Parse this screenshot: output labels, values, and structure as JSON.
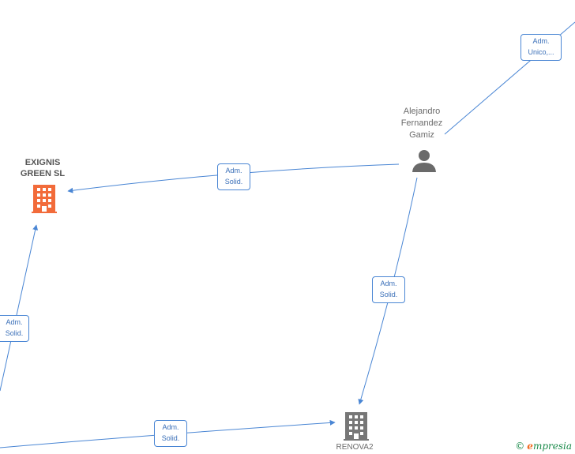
{
  "nodes": {
    "exignis": {
      "name_line1": "EXIGNIS",
      "name_line2": "GREEN  SL",
      "color": "#f26b3a"
    },
    "alejandro": {
      "line1": "Alejandro",
      "line2": "Fernandez",
      "line3": "Gamiz"
    },
    "renova2": {
      "name": "RENOVA2",
      "color": "#777777"
    }
  },
  "edges": {
    "top_right": {
      "line1": "Adm.",
      "line2": "Unico,..."
    },
    "alejandro_exignis": {
      "line1": "Adm.",
      "line2": "Solid."
    },
    "alejandro_renova2": {
      "line1": "Adm.",
      "line2": "Solid."
    },
    "left_exignis": {
      "line1": "Adm.",
      "line2": "Solid."
    },
    "bottom_renova2": {
      "line1": "Adm.",
      "line2": "Solid."
    }
  },
  "edge_color": "#4a86d4",
  "brand": {
    "copyright": "©",
    "initial": "e",
    "rest": "mpresia"
  }
}
